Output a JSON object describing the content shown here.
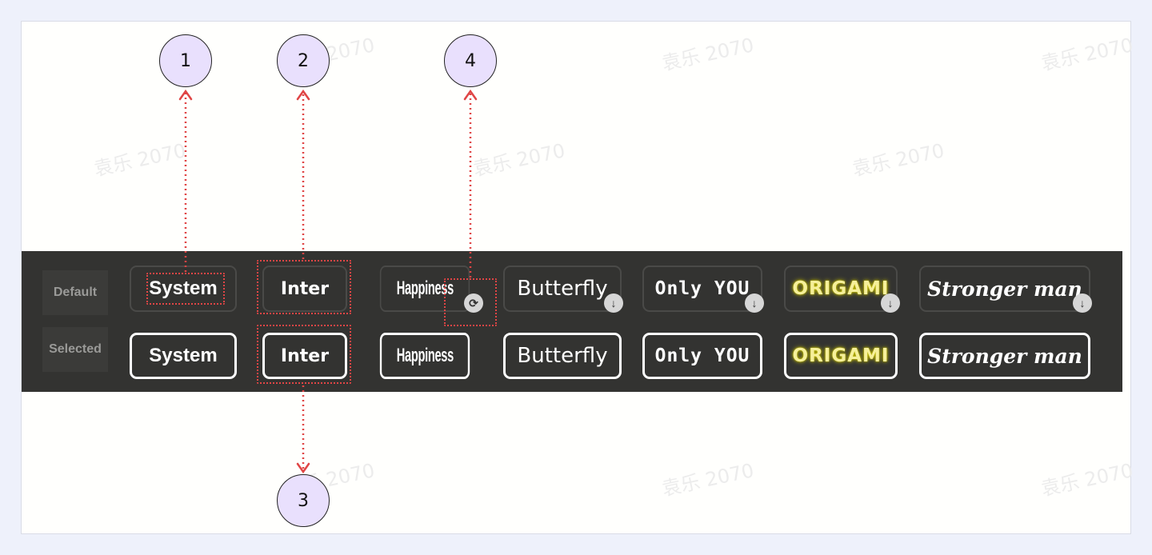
{
  "watermark_text": "袁乐 2070",
  "row_labels": {
    "default": "Default",
    "selected": "Selected"
  },
  "fonts": [
    {
      "label": "System",
      "style": "system",
      "downloadable": false
    },
    {
      "label": "Inter",
      "style": "inter",
      "downloadable": false
    },
    {
      "label": "Happiness",
      "style": "happiness",
      "downloadable": true,
      "badge": "loading"
    },
    {
      "label": "Butterfly",
      "style": "butterfly",
      "downloadable": true,
      "badge": "download"
    },
    {
      "label": "Only YOU",
      "style": "onlyyou",
      "downloadable": true,
      "badge": "download"
    },
    {
      "label": "ORIGAMI",
      "style": "origami",
      "downloadable": true,
      "badge": "download"
    },
    {
      "label": "Stronger man",
      "style": "stronger",
      "downloadable": true,
      "badge": "download"
    }
  ],
  "markers": [
    "1",
    "2",
    "3",
    "4"
  ],
  "colors": {
    "page_bg": "#eef1fb",
    "band_bg": "#333331",
    "marker_fill": "#e9e0fd",
    "annotation_red": "#e04545",
    "origami_glow": "#f6f09a"
  },
  "icons": {
    "download": "arrow-down-icon",
    "loading": "refresh-icon"
  }
}
